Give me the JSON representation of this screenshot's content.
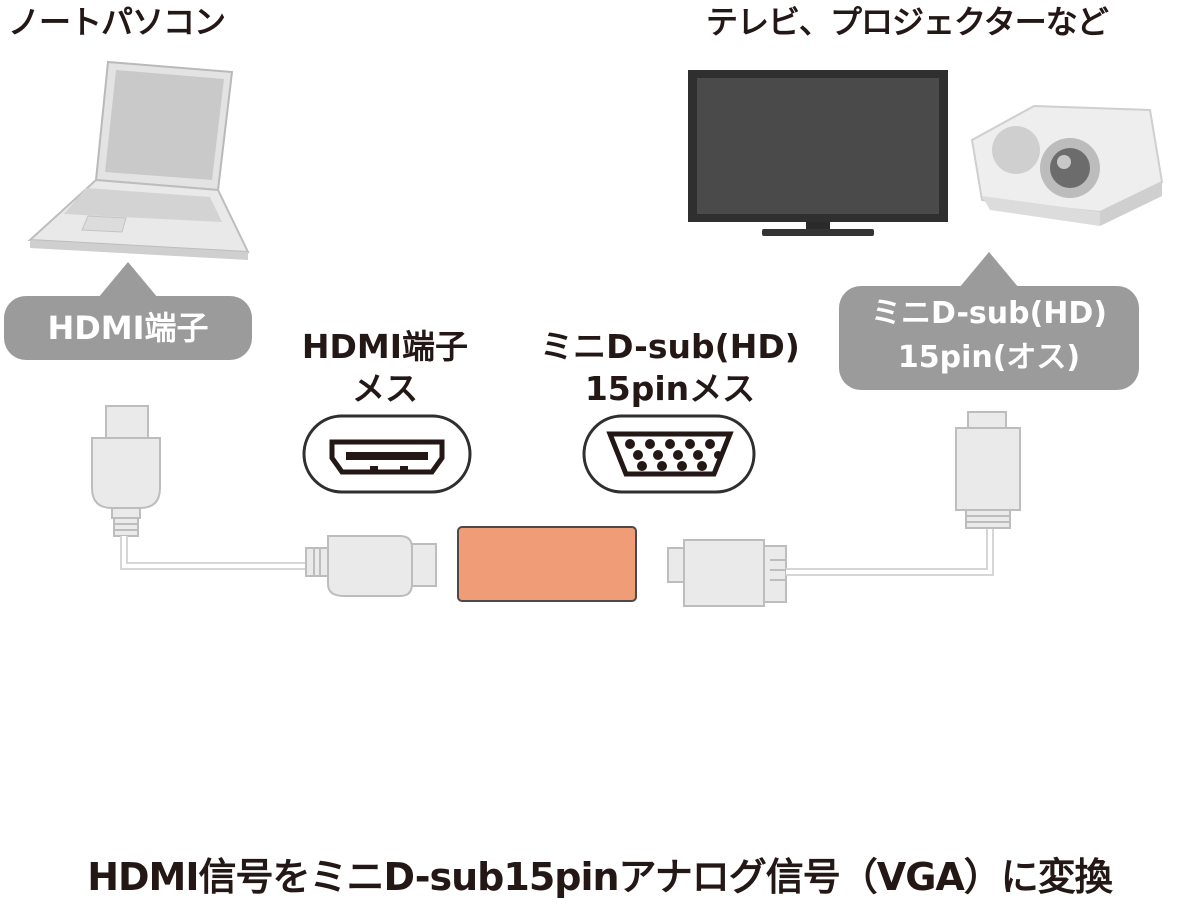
{
  "labels": {
    "laptop_title": "ノートパソコン",
    "display_title": "テレビ、プロジェクターなど",
    "laptop_port": "HDMI端子",
    "display_port_line1": "ミニD-sub(HD)",
    "display_port_line2": "15pin(オス)",
    "adapter_hdmi_line1": "HDMI端子",
    "adapter_hdmi_line2": "メス",
    "adapter_vga_line1": "ミニD-sub(HD)",
    "adapter_vga_line2": "15pinメス",
    "caption": "HDMI信号をミニD-sub15pinアナログ信号（VGA）に変換"
  },
  "colors": {
    "adapter": "#ef9c77",
    "callout": "#9b9b9b",
    "text": "#231815"
  }
}
